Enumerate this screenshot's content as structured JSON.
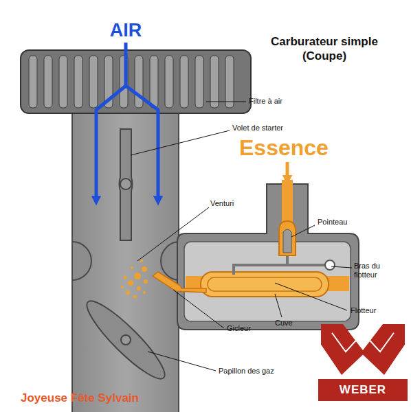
{
  "diagram": {
    "title": "Carburateur simple (Coupe)",
    "nodes": [
      {
        "text": [
          "WEBER"
        ]
      }
    ],
    "labels": [
      "AIR",
      "Filtre à air",
      "Volet de starter",
      "Essence",
      "Venturi",
      "Pointeau",
      "Bras du flotteur",
      "Flotteur",
      "Cuve",
      "Gicleur",
      "Papillon des gaz",
      "Joyeuse Fête Sylvain"
    ]
  }
}
